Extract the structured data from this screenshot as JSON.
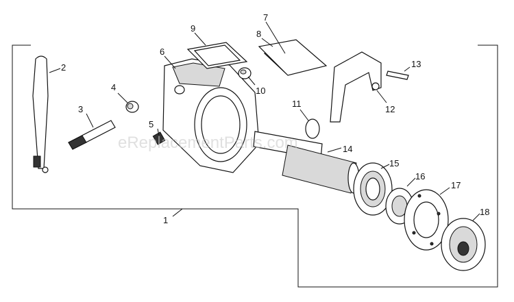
{
  "watermark": "eReplacementParts.com",
  "callouts": {
    "p1": "1",
    "p2": "2",
    "p3": "3",
    "p4": "4",
    "p5": "5",
    "p6": "6",
    "p7": "7",
    "p8": "8",
    "p9": "9",
    "p10": "10",
    "p11": "11",
    "p12": "12",
    "p13": "13",
    "p14": "14",
    "p15": "15",
    "p16": "16",
    "p17": "17",
    "p18": "18"
  }
}
